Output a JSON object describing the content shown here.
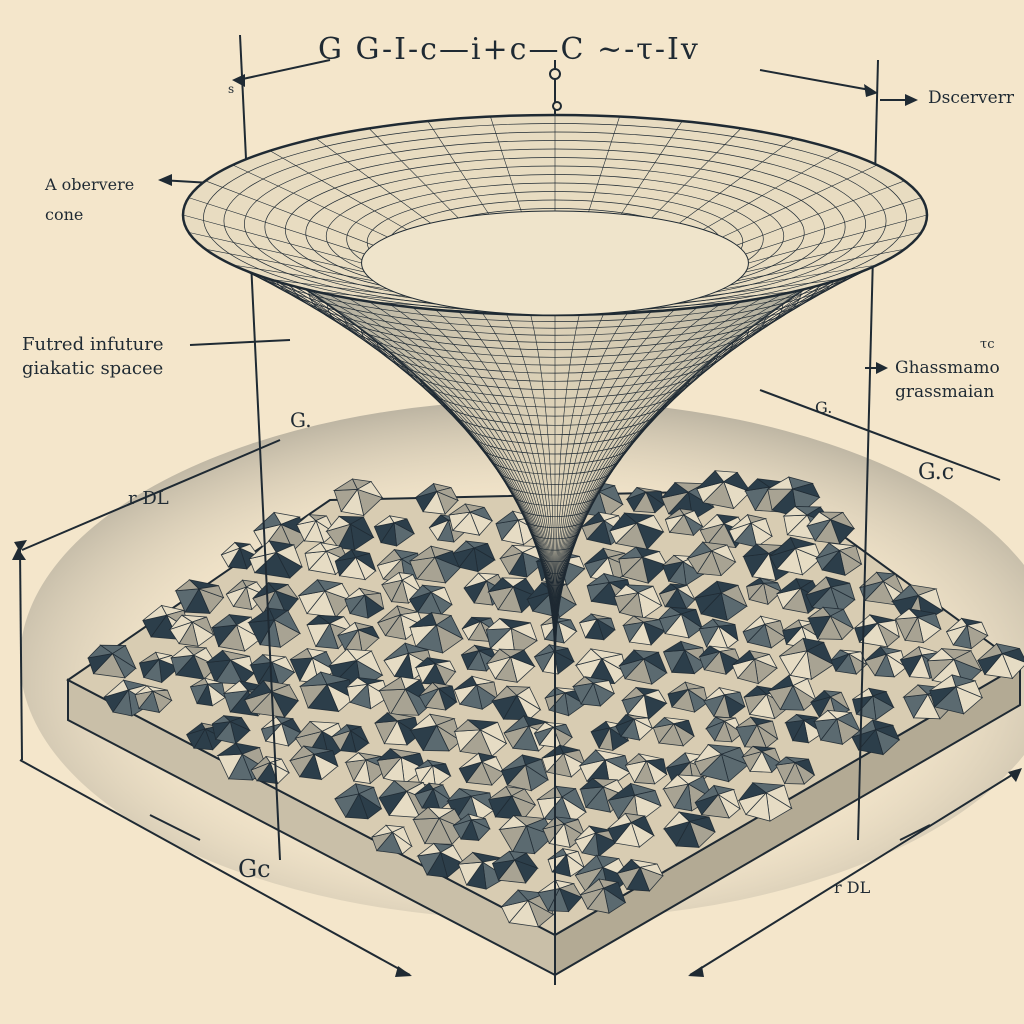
{
  "title": "G G-I-c—i+c—C ~-τ-Iv",
  "labels": {
    "top_left_s": "s",
    "observer_cone": "A obervere cone",
    "future_space_line1": "Futred infuture",
    "future_space_line2": "giakatic spacee",
    "observer_right": "Dscerverr",
    "tau_c": "τc",
    "grassmannian_line1": "Ghassmamo",
    "grassmannian_line2": "grassmaian",
    "gc_right": "G.c",
    "gc_mid_right": "G.",
    "g_left": "G.",
    "rdl_left": "r DL",
    "gc_bottom": "Gc",
    "rdl_bottom": "r DL"
  },
  "colors": {
    "paper": "#f4e6cb",
    "ink": "#1f2a33",
    "shade": "#3d4f5c"
  }
}
